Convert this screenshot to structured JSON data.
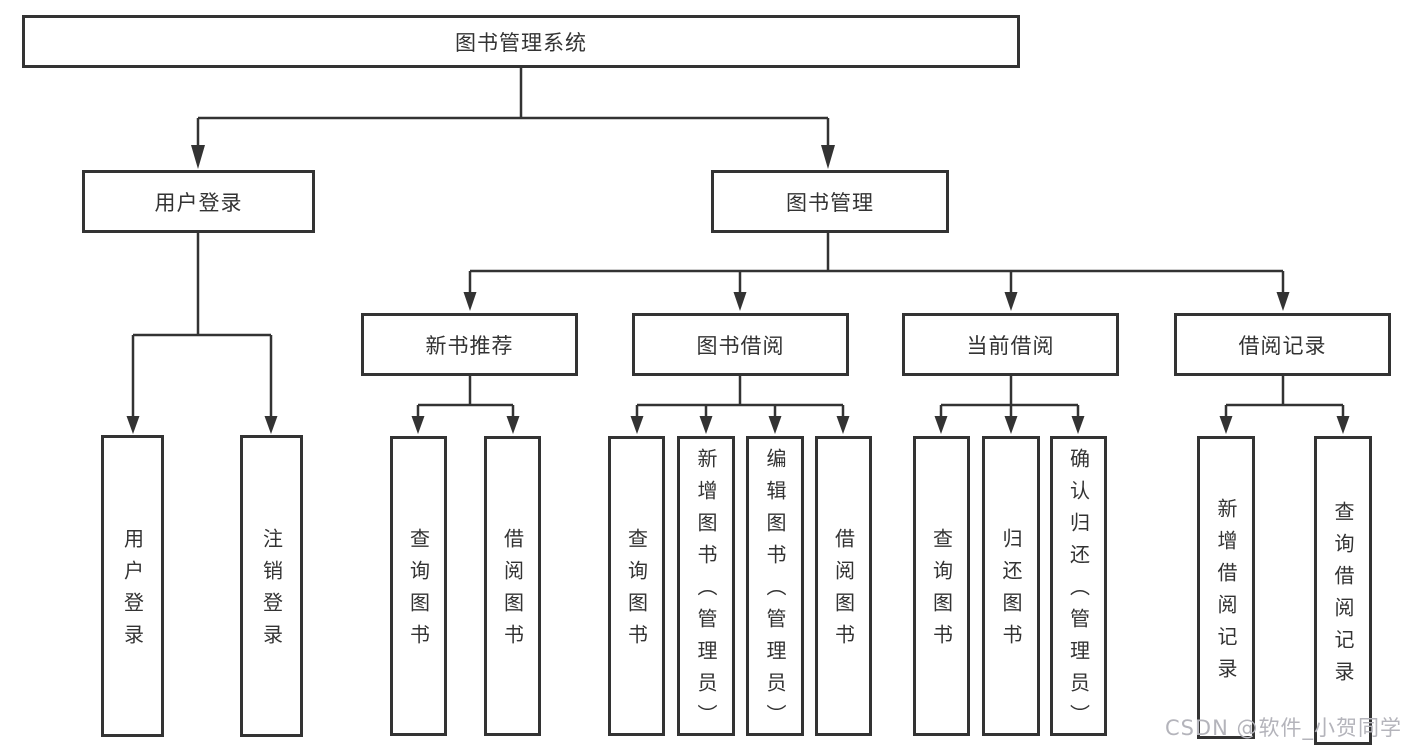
{
  "diagram": {
    "title": "图书管理系统",
    "root": {
      "label": "图书管理系统"
    },
    "level2": [
      {
        "label": "用户登录"
      },
      {
        "label": "图书管理"
      }
    ],
    "level3": [
      {
        "label": "新书推荐"
      },
      {
        "label": "图书借阅"
      },
      {
        "label": "当前借阅"
      },
      {
        "label": "借阅记录"
      }
    ],
    "leaves": {
      "user_login": [
        "用户登录",
        "注销登录"
      ],
      "new_book": [
        "查询图书",
        "借阅图书"
      ],
      "book_borrow": [
        "查询图书",
        "新增图书（管理员）",
        "编辑图书（管理员）",
        "借阅图书"
      ],
      "current_borrow": [
        "查询图书",
        "归还图书",
        "确认归还（管理员）"
      ],
      "records": [
        "新增借阅记录",
        "查询借阅记录"
      ]
    }
  },
  "watermark": {
    "text": "CSDN @软件_小贺同学"
  },
  "colors": {
    "line": "#333333",
    "box_border": "#333333",
    "text": "#333333",
    "background": "#ffffff",
    "watermark": "#b4b4bb"
  }
}
